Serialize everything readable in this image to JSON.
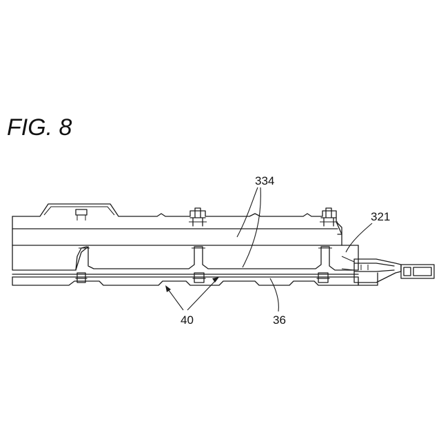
{
  "figure": {
    "title": "FIG. 8",
    "labels": {
      "l334": "334",
      "l321": "321",
      "l40": "40",
      "l36": "36"
    }
  }
}
